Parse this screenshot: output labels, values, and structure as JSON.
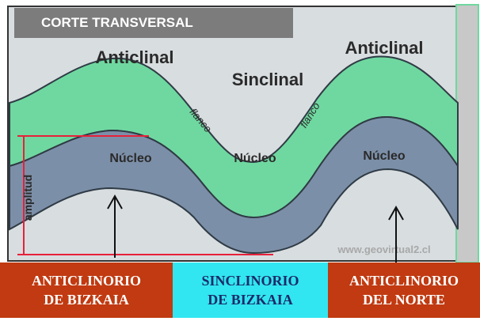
{
  "title": "CORTE TRANSVERSAL",
  "labels": {
    "anticlinal_left": "Anticlinal",
    "anticlinal_right": "Anticlinal",
    "sinclinal": "Sinclinal",
    "flanco_left": "flanco",
    "flanco_right": "flanco",
    "nucleo_left": "Núcleo",
    "nucleo_mid": "Núcleo",
    "nucleo_right": "Núcleo",
    "amplitud": "amplitud",
    "watermark": "www.geovirtual2.cl"
  },
  "panels": {
    "left": "ANTICLINORIO\nDE BIZKAIA",
    "middle": "SINCLINORIO\nDE BIZKAIA",
    "right": "ANTICLINORIO\nDEL NORTE"
  },
  "colors": {
    "green_layer": "#6fd8a0",
    "blue_layer": "#7c8fa8",
    "background": "#d8dde0",
    "red_panel": "#c13a11",
    "cyan_panel": "#31e6f0",
    "amplitude_line": "#e8203a"
  }
}
